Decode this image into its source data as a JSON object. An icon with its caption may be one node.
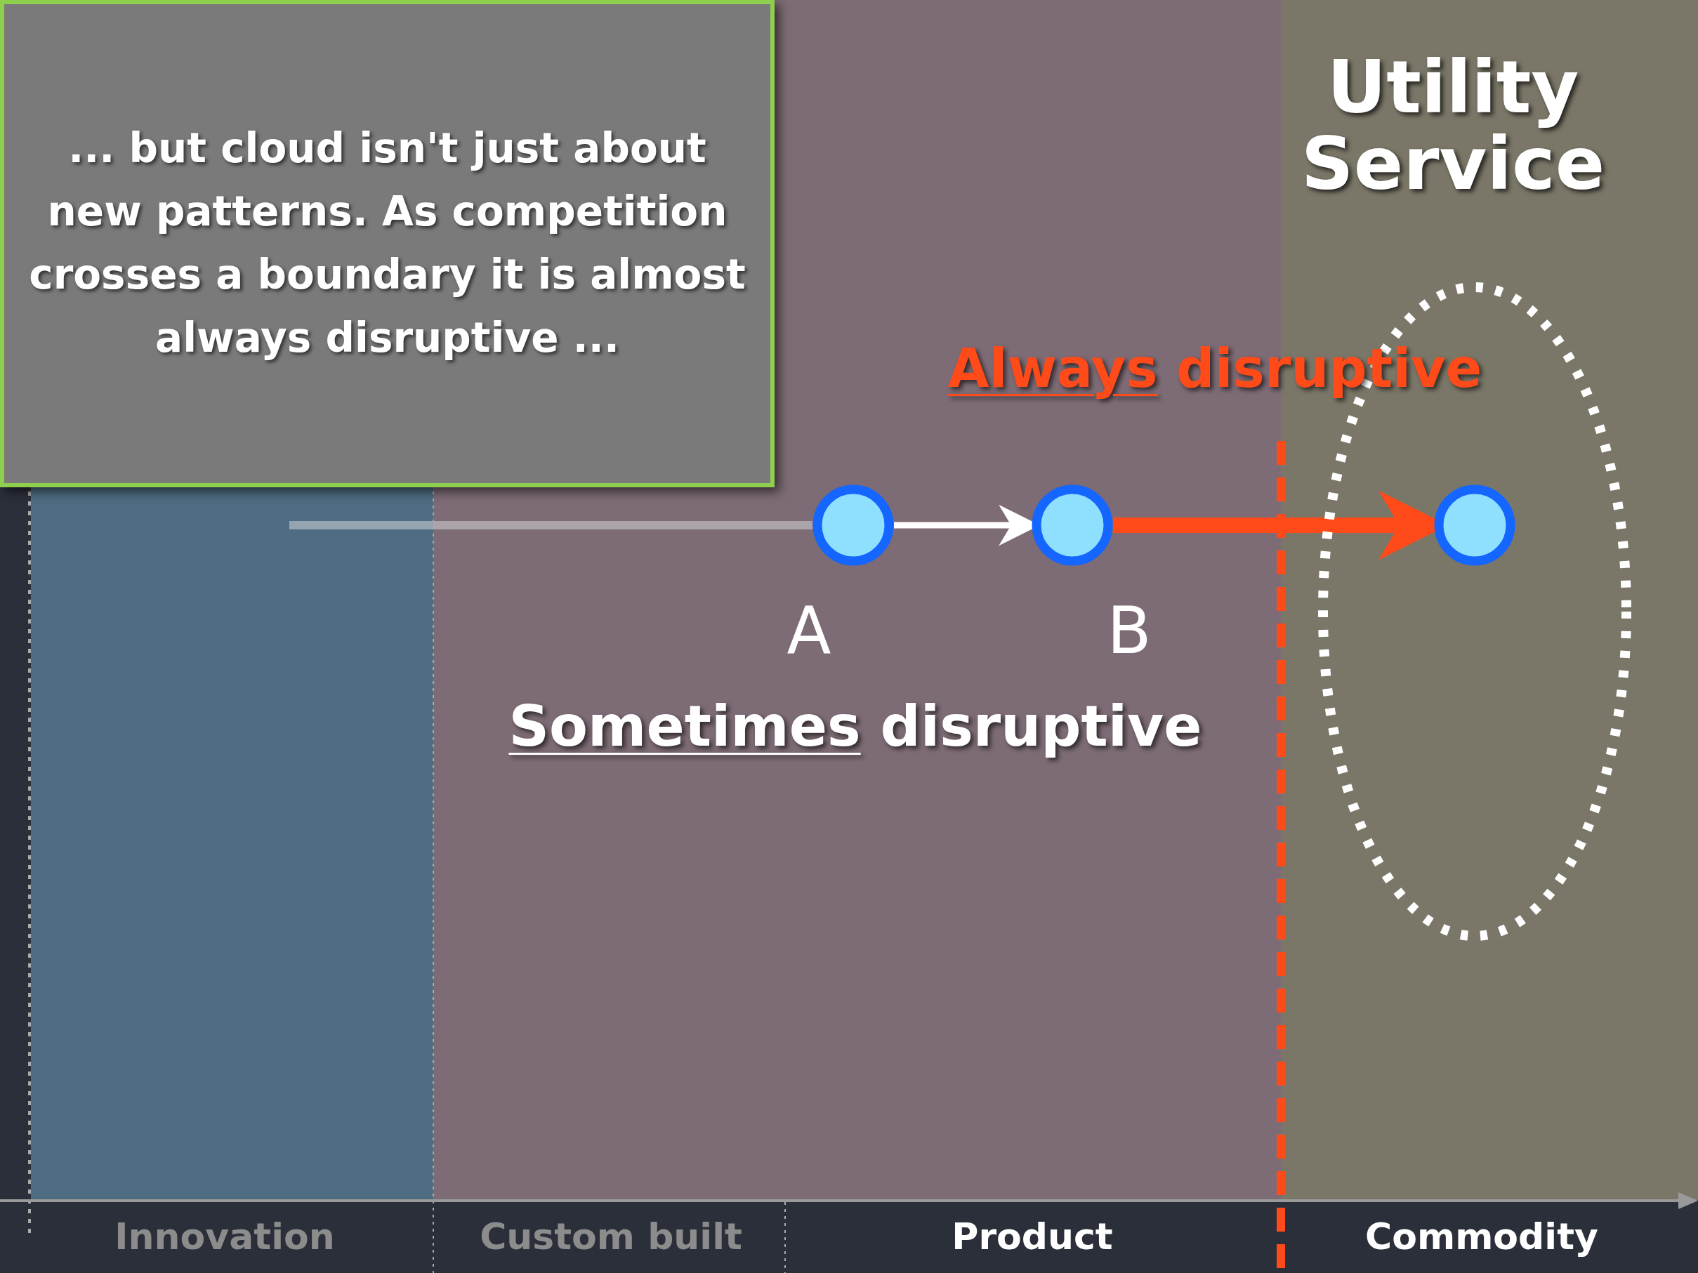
{
  "diagram": {
    "nodes": [
      {
        "text": [
          "... but cloud isn't just about new patterns. As competition crosses a boundary it is almost always disruptive ..."
        ]
      },
      {
        "text": [],
        "shape": "circle"
      },
      {
        "text": [],
        "shape": "circle"
      },
      {
        "text": [],
        "shape": "ellipse"
      },
      {
        "text": [],
        "shape": "circle",
        "in": 3
      }
    ],
    "edges": [
      {
        "from": 1,
        "to": 2,
        "arrow": "to"
      },
      {
        "from": 2,
        "to": 4,
        "arrow": "to",
        "style": "thick",
        "color": "#ff4a1a"
      }
    ],
    "labels": [
      "Utility Service",
      "Always disruptive",
      "A",
      "B",
      "Sometimes disruptive",
      "Innovation",
      "Custom built",
      "Product",
      "Commodity"
    ]
  }
}
